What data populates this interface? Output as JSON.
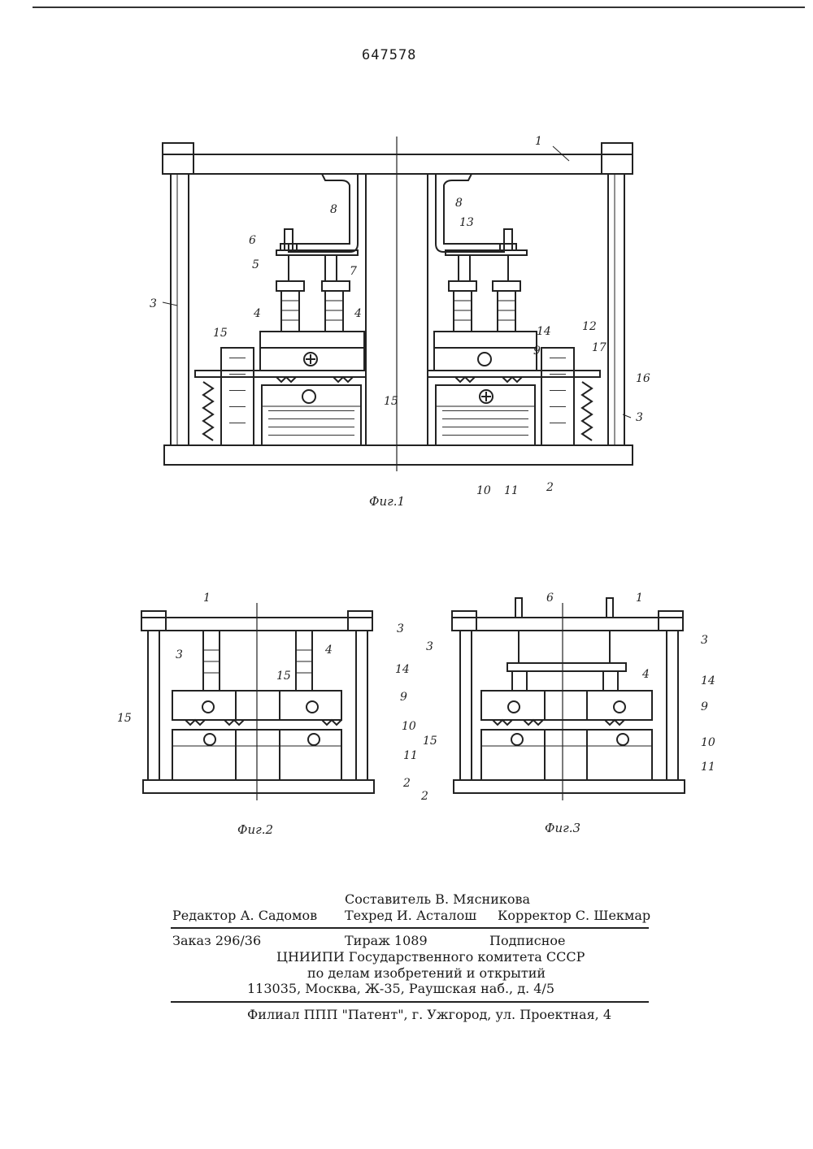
{
  "header": {
    "patent_number": "647578"
  },
  "figures": {
    "fig1": {
      "caption": "Фиг.1",
      "labels": [
        "1",
        "8",
        "8",
        "13",
        "6",
        "7",
        "5",
        "4",
        "4",
        "14",
        "9",
        "12",
        "17",
        "3",
        "15",
        "15",
        "16",
        "3",
        "10",
        "11",
        "2"
      ]
    },
    "fig2": {
      "caption": "Фиг.2",
      "labels": [
        "1",
        "3",
        "3",
        "4",
        "15",
        "14",
        "9",
        "15",
        "10",
        "11",
        "2"
      ]
    },
    "fig3": {
      "caption": "Фиг.3",
      "labels": [
        "6",
        "1",
        "3",
        "3",
        "4",
        "14",
        "9",
        "15",
        "10",
        "11",
        "2"
      ]
    }
  },
  "imprint": {
    "compiler": "Составитель В. Мясникова",
    "editor": "Редактор А. Садомов",
    "techred": "Техред И. Асталош",
    "corrector": "Корректор С. Шекмар",
    "order": "Заказ 296/36",
    "circulation": "Тираж 1089",
    "subscription": "Подписное",
    "org_line1": "ЦНИИПИ Государственного комитета СССР",
    "org_line2": "по делам изобретений и открытий",
    "address": "113035, Москва, Ж-35, Раушская наб., д. 4/5",
    "branch": "Филиал ППП \"Патент\", г. Ужгород, ул. Проектная, 4"
  }
}
